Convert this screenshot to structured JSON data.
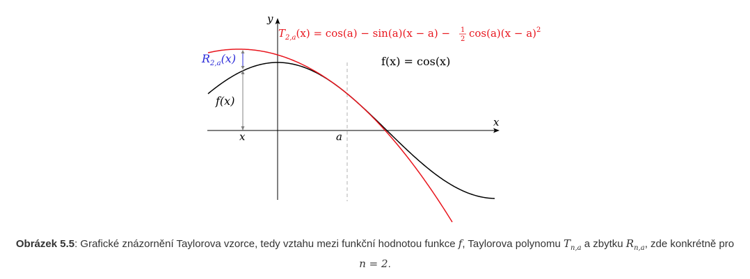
{
  "figure": {
    "labels": {
      "y_axis": "y",
      "x_axis": "x",
      "x_point": "x",
      "a_point": "a",
      "f_of_x": "f(x)",
      "remainder": "R2,a(x)",
      "remainder_main": "R",
      "remainder_sub": "2,a",
      "remainder_tail": "(x)",
      "taylor_main": "T",
      "taylor_sub": "2,a",
      "taylor_rhs": "(x) = cos(a) − sin(a)(x − a) − ",
      "taylor_frac_num": "1",
      "taylor_frac_den": "2",
      "taylor_tail": "cos(a)(x − a)",
      "taylor_exp": "2",
      "function_label": "f(x) = cos(x)"
    },
    "colors": {
      "function": "#000000",
      "taylor": "#e8141c",
      "remainder": "#2a2ad8",
      "axis": "#000000",
      "dashed": "#b0b0b0",
      "marker": "#808080"
    }
  },
  "caption": {
    "prefix": "Obrázek 5.5",
    "text_1": ": Grafické znázornění Taylorova vzorce, tedy vztahu mezi funkční hodnotou funkce ",
    "f": "f",
    "text_2": ", Taylorova polynomu ",
    "Tna_main": "T",
    "Tna_sub": "n,a",
    "text_3": " a zbytku ",
    "Rna_main": "R",
    "Rna_sub": "n,a",
    "text_4": ", zde konkrétně pro ",
    "n_eq": "n = 2",
    "text_5": "."
  }
}
